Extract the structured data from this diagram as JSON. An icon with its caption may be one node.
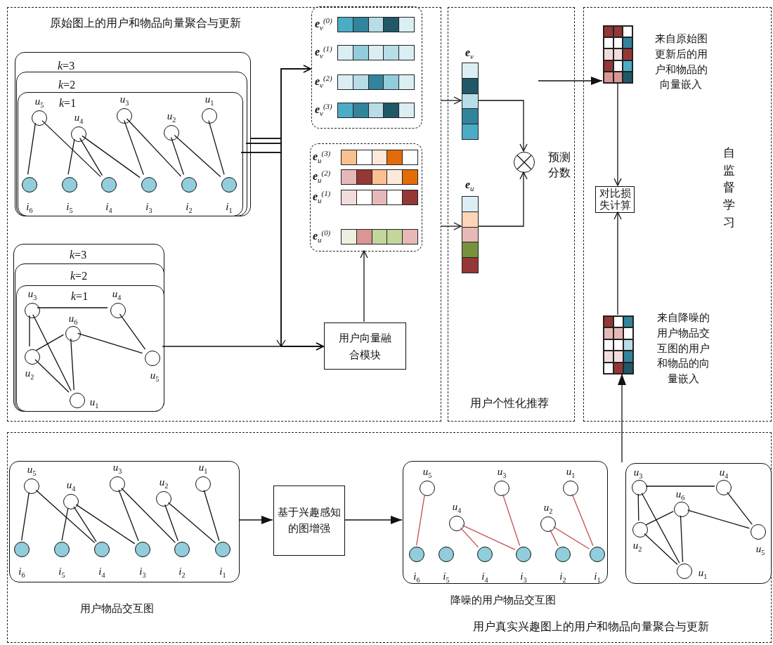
{
  "diagram": {
    "nodes": [
      {
        "text": [
          "原始图上的用户和物品向量聚合与更新"
        ]
      },
      {
        "text": [
          "用户个性化推荐"
        ]
      },
      {
        "text": [
          "自监督学习"
        ]
      },
      {
        "text": [
          "用户真实兴趣图上的用户和物品向量聚合与更新"
        ]
      },
      {
        "text": [
          "*k*=3"
        ],
        "in": 0
      },
      {
        "text": [
          "*k*=2"
        ],
        "in": 4
      },
      {
        "text": [
          "*k*=1"
        ],
        "in": 5
      },
      {
        "text": [],
        "shape": "circle",
        "beside": [
          "*u*$_{5}$"
        ],
        "in": 6
      },
      {
        "text": [],
        "shape": "circle",
        "beside": [
          "*u*$_{4}$"
        ],
        "in": 6
      },
      {
        "text": [],
        "shape": "circle",
        "beside": [
          "*u*$_{3}$"
        ],
        "in": 6
      },
      {
        "text": [],
        "shape": "circle",
        "beside": [
          "*u*$_{2}$"
        ],
        "in": 6
      },
      {
        "text": [],
        "shape": "circle",
        "beside": [
          "*u*$_{1}$"
        ],
        "in": 6
      },
      {
        "text": [],
        "shape": "circle",
        "beside": [
          "*i*$_{6}$"
        ],
        "in": 6
      },
      {
        "text": [],
        "shape": "circle",
        "beside": [
          "*i*$_{5}$"
        ],
        "in": 6
      },
      {
        "text": [],
        "shape": "circle",
        "beside": [
          "*i*$_{4}$"
        ],
        "in": 6
      },
      {
        "text": [],
        "shape": "circle",
        "beside": [
          "*i*$_{3}$"
        ],
        "in": 6
      },
      {
        "text": [],
        "shape": "circle",
        "beside": [
          "*i*$_{2}$"
        ],
        "in": 6
      },
      {
        "text": [],
        "shape": "circle",
        "beside": [
          "*i*$_{1}$"
        ],
        "in": 6
      },
      {
        "text": [
          "**e**$_{v}$$^{(0)}$",
          "**e**$_{v}$$^{(1)}$",
          "**e**$_{v}$$^{(2)}$",
          "**e**$_{v}$$^{(3)}$"
        ],
        "in": 0
      },
      {
        "text": [
          "**e**$_{u}$$^{(3)}$",
          "**e**$_{u}$$^{(2)}$",
          "**e**$_{u}$$^{(1)}$",
          "**e**$_{u}$$^{(0)}$"
        ],
        "in": 0
      },
      {
        "text": [
          "*k*=3"
        ],
        "in": 0
      },
      {
        "text": [
          "*k*=2"
        ],
        "in": 20
      },
      {
        "text": [
          "*k*=1"
        ],
        "in": 21
      },
      {
        "text": [],
        "shape": "circle",
        "beside": [
          "*u*$_{3}$"
        ],
        "in": 22
      },
      {
        "text": [],
        "shape": "circle",
        "beside": [
          "*u*$_{4}$"
        ],
        "in": 22
      },
      {
        "text": [],
        "shape": "circle",
        "beside": [
          "*u*$_{6}$"
        ],
        "in": 22
      },
      {
        "text": [],
        "shape": "circle",
        "beside": [
          "*u*$_{2}$"
        ],
        "in": 22
      },
      {
        "text": [],
        "shape": "circle",
        "beside": [
          "*u*$_{5}$"
        ],
        "in": 22
      },
      {
        "text": [],
        "shape": "circle",
        "beside": [
          "*u*$_{1}$"
        ],
        "in": 22
      },
      {
        "text": [
          "用户向量融合模块"
        ],
        "in": 0
      },
      {
        "text": [
          "**e**$_{v}$"
        ],
        "in": 1
      },
      {
        "text": [
          "**e**$_{u}$"
        ],
        "in": 1
      },
      {
        "text": [],
        "shape": "circle",
        "beside": [
          "预测分数"
        ],
        "in": 1
      },
      {
        "text": [],
        "shape": "grid",
        "beside": [
          "来自原始图更新后的用户和物品的向量嵌入"
        ],
        "in": 2
      },
      {
        "text": [
          "对比损失计算"
        ],
        "in": 2
      },
      {
        "text": [],
        "shape": "grid",
        "beside": [
          "来自降噪的用户物品交互图的用户和物品的向量嵌入"
        ],
        "in": 2
      },
      {
        "text": [],
        "shape": "box",
        "beside": [
          "用户物品交互图"
        ],
        "in": 3
      },
      {
        "text": [],
        "shape": "circle",
        "beside": [
          "*u*$_{5}$"
        ],
        "in": 36
      },
      {
        "text": [],
        "shape": "circle",
        "beside": [
          "*u*$_{4}$"
        ],
        "in": 36
      },
      {
        "text": [],
        "shape": "circle",
        "beside": [
          "*u*$_{3}$"
        ],
        "in": 36
      },
      {
        "text": [],
        "shape": "circle",
        "beside": [
          "*u*$_{2}$"
        ],
        "in": 36
      },
      {
        "text": [],
        "shape": "circle",
        "beside": [
          "*u*$_{1}$"
        ],
        "in": 36
      },
      {
        "text": [],
        "shape": "circle",
        "beside": [
          "*i*$_{6}$"
        ],
        "in": 36
      },
      {
        "text": [],
        "shape": "circle",
        "beside": [
          "*i*$_{5}$"
        ],
        "in": 36
      },
      {
        "text": [],
        "shape": "circle",
        "beside": [
          "*i*$_{4}$"
        ],
        "in": 36
      },
      {
        "text": [],
        "shape": "circle",
        "beside": [
          "*i*$_{3}$"
        ],
        "in": 36
      },
      {
        "text": [],
        "shape": "circle",
        "beside": [
          "*i*$_{2}$"
        ],
        "in": 36
      },
      {
        "text": [],
        "shape": "circle",
        "beside": [
          "*i*$_{1}$"
        ],
        "in": 36
      },
      {
        "text": [
          "基于兴趣感知的图增强"
        ],
        "in": 3
      },
      {
        "text": [],
        "shape": "box",
        "beside": [
          "降噪的用户物品交互图"
        ],
        "in": 3
      },
      {
        "text": [],
        "shape": "circle",
        "beside": [
          "*u*$_{5}$"
        ],
        "in": 49
      },
      {
        "text": [],
        "shape": "circle",
        "beside": [
          "*u*$_{3}$"
        ],
        "in": 49
      },
      {
        "text": [],
        "shape": "circle",
        "beside": [
          "*u*$_{1}$"
        ],
        "in": 49
      },
      {
        "text": [],
        "shape": "circle",
        "beside": [
          "*u*$_{4}$"
        ],
        "in": 49
      },
      {
        "text": [],
        "shape": "circle",
        "beside": [
          "*u*$_{2}$"
        ],
        "in": 49
      },
      {
        "text": [],
        "shape": "circle",
        "beside": [
          "*i*$_{6}$"
        ],
        "in": 49
      },
      {
        "text": [],
        "shape": "circle",
        "beside": [
          "*i*$_{5}$"
        ],
        "in": 49
      },
      {
        "text": [],
        "shape": "circle",
        "beside": [
          "*i*$_{4}$"
        ],
        "in": 49
      },
      {
        "text": [],
        "shape": "circle",
        "beside": [
          "*i*$_{3}$"
        ],
        "in": 49
      },
      {
        "text": [],
        "shape": "circle",
        "beside": [
          "*i*$_{2}$"
        ],
        "in": 49
      },
      {
        "text": [],
        "shape": "circle",
        "beside": [
          "*i*$_{1}$"
        ],
        "in": 49
      },
      {
        "text": [],
        "shape": "box",
        "in": 3
      },
      {
        "text": [],
        "shape": "circle",
        "beside": [
          "*u*$_{3}$"
        ],
        "in": 61
      },
      {
        "text": [],
        "shape": "circle",
        "beside": [
          "*u*$_{4}$"
        ],
        "in": 61
      },
      {
        "text": [],
        "shape": "circle",
        "beside": [
          "*u*$_{6}$"
        ],
        "in": 61
      },
      {
        "text": [],
        "shape": "circle",
        "beside": [
          "*u*$_{2}$"
        ],
        "in": 61
      },
      {
        "text": [],
        "shape": "circle",
        "beside": [
          "*u*$_{5}$"
        ],
        "in": 61
      },
      {
        "text": [],
        "shape": "circle",
        "beside": [
          "*u*$_{1}$"
        ],
        "in": 61
      }
    ],
    "edges": [
      {
        "from": 7,
        "to": 12,
        "arrow": "none"
      },
      {
        "from": 7,
        "to": 14,
        "arrow": "none"
      },
      {
        "from": 8,
        "to": 13,
        "arrow": "none"
      },
      {
        "from": 8,
        "to": 14,
        "arrow": "none"
      },
      {
        "from": 8,
        "to": 15,
        "arrow": "none"
      },
      {
        "from": 9,
        "to": 15,
        "arrow": "none"
      },
      {
        "from": 9,
        "to": 16,
        "arrow": "none"
      },
      {
        "from": 10,
        "to": 16,
        "arrow": "none"
      },
      {
        "from": 10,
        "to": 17,
        "arrow": "none"
      },
      {
        "from": 11,
        "to": 17,
        "arrow": "none"
      },
      {
        "from": 23,
        "to": 24,
        "arrow": "none"
      },
      {
        "from": 23,
        "to": 26,
        "arrow": "none"
      },
      {
        "from": 23,
        "to": 28,
        "arrow": "none"
      },
      {
        "from": 26,
        "to": 25,
        "arrow": "none"
      },
      {
        "from": 26,
        "to": 28,
        "arrow": "none"
      },
      {
        "from": 25,
        "to": 28,
        "arrow": "none"
      },
      {
        "from": 25,
        "to": 27,
        "arrow": "none"
      },
      {
        "from": 24,
        "to": 27,
        "arrow": "none"
      },
      {
        "from": 4,
        "to": 18,
        "arrow": "to"
      },
      {
        "from": 5,
        "to": 18,
        "arrow": "to"
      },
      {
        "from": 6,
        "to": 18,
        "arrow": "to"
      },
      {
        "from": 4,
        "to": 29,
        "arrow": "to"
      },
      {
        "from": 5,
        "to": 29,
        "arrow": "to"
      },
      {
        "from": 6,
        "to": 29,
        "arrow": "to"
      },
      {
        "from": 22,
        "to": 29,
        "arrow": "to"
      },
      {
        "from": 29,
        "to": 19,
        "arrow": "to"
      },
      {
        "from": 0,
        "to": 30,
        "arrow": "to"
      },
      {
        "from": 0,
        "to": 31,
        "arrow": "to"
      },
      {
        "from": 30,
        "to": 32,
        "arrow": "to"
      },
      {
        "from": 31,
        "to": 32,
        "arrow": "to"
      },
      {
        "from": null,
        "to": 33,
        "arrow": "to"
      },
      {
        "from": 33,
        "to": 34,
        "arrow": "to"
      },
      {
        "from": 35,
        "to": 34,
        "arrow": "to"
      },
      {
        "from": 61,
        "to": 35,
        "arrow": "to"
      },
      {
        "from": 36,
        "to": 48,
        "arrow": "to"
      },
      {
        "from": 48,
        "to": 49,
        "arrow": "to"
      },
      {
        "from": 37,
        "to": 42,
        "arrow": "none"
      },
      {
        "from": 37,
        "to": 44,
        "arrow": "none"
      },
      {
        "from": 38,
        "to": 43,
        "arrow": "none"
      },
      {
        "from": 38,
        "to": 44,
        "arrow": "none"
      },
      {
        "from": 38,
        "to": 45,
        "arrow": "none"
      },
      {
        "from": 39,
        "to": 45,
        "arrow": "none"
      },
      {
        "from": 39,
        "to": 46,
        "arrow": "none"
      },
      {
        "from": 40,
        "to": 46,
        "arrow": "none"
      },
      {
        "from": 40,
        "to": 47,
        "arrow": "none"
      },
      {
        "from": 41,
        "to": 47,
        "arrow": "none"
      },
      {
        "from": 50,
        "to": 55,
        "arrow": "none",
        "color": "#c0504d"
      },
      {
        "from": 51,
        "to": 58,
        "arrow": "none",
        "color": "#c0504d"
      },
      {
        "from": 52,
        "to": 60,
        "arrow": "none",
        "color": "#c0504d"
      },
      {
        "from": 53,
        "to": 57,
        "arrow": "none",
        "color": "#c0504d"
      },
      {
        "from": 53,
        "to": 58,
        "arrow": "none",
        "color": "#c0504d"
      },
      {
        "from": 54,
        "to": 59,
        "arrow": "none",
        "color": "#c0504d"
      },
      {
        "from": 54,
        "to": 60,
        "arrow": "none",
        "color": "#c0504d"
      },
      {
        "from": 62,
        "to": 63,
        "arrow": "none"
      },
      {
        "from": 62,
        "to": 65,
        "arrow": "none"
      },
      {
        "from": 62,
        "to": 67,
        "arrow": "none"
      },
      {
        "from": 65,
        "to": 64,
        "arrow": "none"
      },
      {
        "from": 65,
        "to": 67,
        "arrow": "none"
      },
      {
        "from": 64,
        "to": 67,
        "arrow": "none"
      },
      {
        "from": 64,
        "to": 66,
        "arrow": "none"
      },
      {
        "from": 63,
        "to": 66,
        "arrow": "none"
      }
    ]
  }
}
